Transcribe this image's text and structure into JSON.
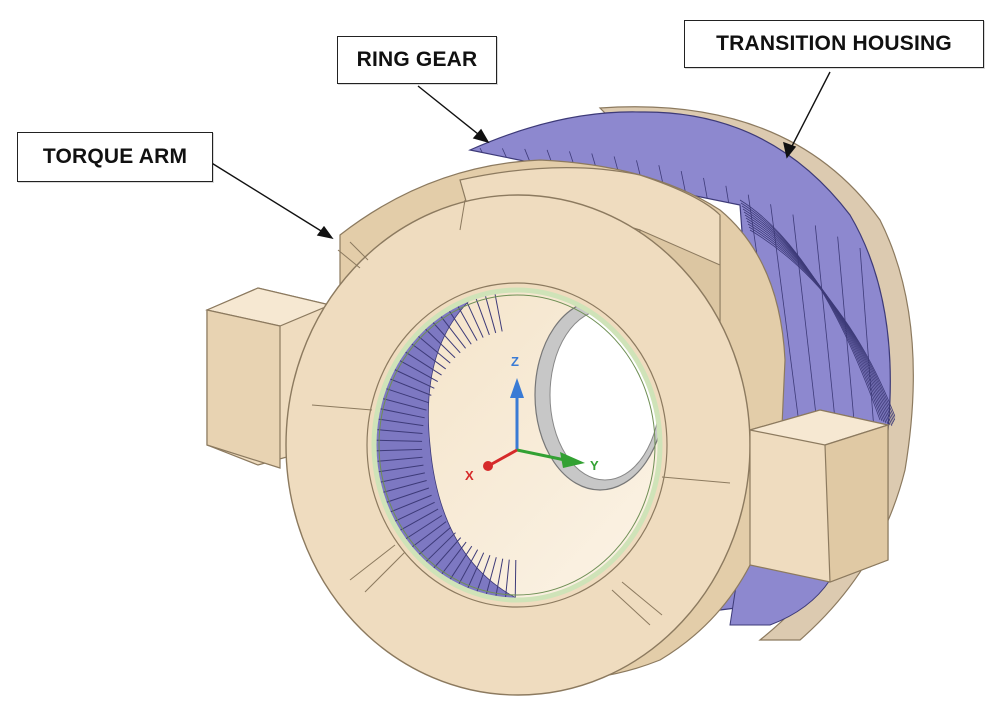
{
  "labels": {
    "ring_gear": "RING GEAR",
    "transition_housing": "TRANSITION HOUSING",
    "torque_arm": "TORQUE ARM"
  },
  "axes": {
    "z": "Z",
    "y": "Y",
    "x": "X"
  },
  "colors": {
    "housing_tan": "#efdcbf",
    "housing_shadow": "#d9c3a1",
    "housing_edge": "#8c7a5f",
    "gear_purple": "#8d88cf",
    "gear_purple_dark": "#5c58a6",
    "gear_grid": "#3d3a78",
    "bearing_green": "#cfe3b8",
    "axis_z": "#3a7bd5",
    "axis_y": "#33a133",
    "axis_x": "#d62a2a"
  }
}
